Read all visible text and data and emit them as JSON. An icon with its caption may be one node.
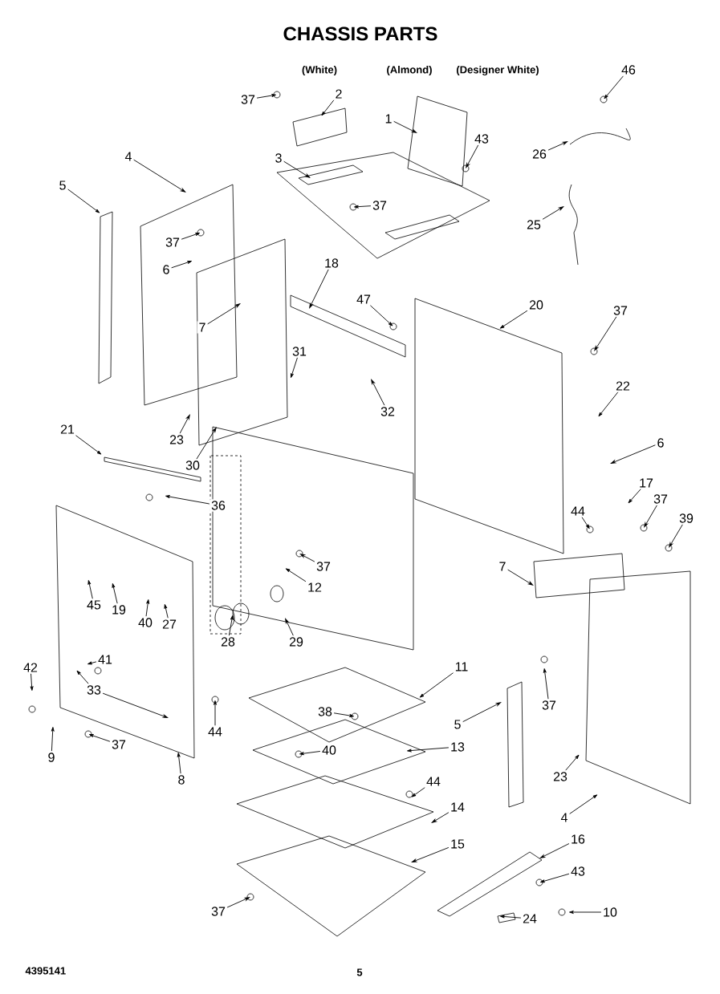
{
  "diagram": {
    "title": "CHASSIS PARTS",
    "nodes": [
      {
        "text": [
          "2"
        ]
      },
      {
        "text": [
          "37"
        ]
      },
      {
        "text": [
          "46"
        ]
      },
      {
        "text": [
          "1"
        ]
      },
      {
        "text": [
          "43"
        ]
      },
      {
        "text": [
          "4"
        ]
      },
      {
        "text": [
          "26"
        ]
      },
      {
        "text": [
          "3"
        ]
      },
      {
        "text": [
          "5"
        ]
      },
      {
        "text": [
          "37"
        ]
      },
      {
        "text": [
          "25"
        ]
      },
      {
        "text": [
          "37"
        ]
      },
      {
        "text": [
          "6"
        ]
      },
      {
        "text": [
          "18"
        ]
      },
      {
        "text": [
          "47"
        ]
      },
      {
        "text": [
          "20"
        ]
      },
      {
        "text": [
          "37"
        ]
      },
      {
        "text": [
          "7"
        ]
      },
      {
        "text": [
          "31"
        ]
      },
      {
        "text": [
          "22"
        ]
      },
      {
        "text": [
          "32"
        ]
      },
      {
        "text": [
          "21"
        ]
      },
      {
        "text": [
          "23"
        ]
      },
      {
        "text": [
          "6"
        ]
      },
      {
        "text": [
          "30"
        ]
      },
      {
        "text": [
          "17"
        ]
      },
      {
        "text": [
          "37"
        ]
      },
      {
        "text": [
          "36"
        ]
      },
      {
        "text": [
          "44"
        ]
      },
      {
        "text": [
          "39"
        ]
      },
      {
        "text": [
          "37"
        ]
      },
      {
        "text": [
          "7"
        ]
      },
      {
        "text": [
          "12"
        ]
      },
      {
        "text": [
          "45"
        ]
      },
      {
        "text": [
          "19"
        ]
      },
      {
        "text": [
          "40"
        ]
      },
      {
        "text": [
          "27"
        ]
      },
      {
        "text": [
          "28"
        ]
      },
      {
        "text": [
          "29"
        ]
      },
      {
        "text": [
          "41"
        ]
      },
      {
        "text": [
          "11"
        ]
      },
      {
        "text": [
          "42"
        ]
      },
      {
        "text": [
          "33"
        ]
      },
      {
        "text": [
          "37"
        ]
      },
      {
        "text": [
          "38"
        ]
      },
      {
        "text": [
          "5"
        ]
      },
      {
        "text": [
          "44"
        ]
      },
      {
        "text": [
          "37"
        ]
      },
      {
        "text": [
          "13"
        ]
      },
      {
        "text": [
          "40"
        ]
      },
      {
        "text": [
          "9"
        ]
      },
      {
        "text": [
          "23"
        ]
      },
      {
        "text": [
          "44"
        ]
      },
      {
        "text": [
          "8"
        ]
      },
      {
        "text": [
          "14"
        ]
      },
      {
        "text": [
          "4"
        ]
      },
      {
        "text": [
          "16"
        ]
      },
      {
        "text": [
          "15"
        ]
      },
      {
        "text": [
          "43"
        ]
      },
      {
        "text": [
          "37"
        ]
      },
      {
        "text": [
          "10"
        ]
      },
      {
        "text": [
          "24"
        ]
      }
    ],
    "edges": [
      {
        "from": 0,
        "to": null,
        "arrow": "to"
      },
      {
        "from": 1,
        "to": null,
        "arrow": "to"
      },
      {
        "from": 2,
        "to": null,
        "arrow": "to"
      },
      {
        "from": 3,
        "to": null,
        "arrow": "to"
      },
      {
        "from": 4,
        "to": null,
        "arrow": "to"
      },
      {
        "from": 5,
        "to": null,
        "arrow": "to"
      },
      {
        "from": 6,
        "to": null,
        "arrow": "to"
      },
      {
        "from": 7,
        "to": null,
        "arrow": "to"
      },
      {
        "from": 8,
        "to": null,
        "arrow": "to"
      },
      {
        "from": 9,
        "to": null,
        "arrow": "to"
      },
      {
        "from": 10,
        "to": null,
        "arrow": "to"
      },
      {
        "from": 11,
        "to": null,
        "arrow": "to"
      },
      {
        "from": 12,
        "to": null,
        "arrow": "to"
      },
      {
        "from": 13,
        "to": null,
        "arrow": "to"
      },
      {
        "from": 14,
        "to": null,
        "arrow": "to"
      },
      {
        "from": 15,
        "to": null,
        "arrow": "to"
      },
      {
        "from": 16,
        "to": null,
        "arrow": "to"
      },
      {
        "from": 17,
        "to": null,
        "arrow": "to"
      },
      {
        "from": 18,
        "to": null,
        "arrow": "to"
      },
      {
        "from": 19,
        "to": null,
        "arrow": "to"
      },
      {
        "from": 20,
        "to": null,
        "arrow": "to"
      },
      {
        "from": 21,
        "to": null,
        "arrow": "to"
      },
      {
        "from": 22,
        "to": null,
        "arrow": "to"
      },
      {
        "from": 23,
        "to": null,
        "arrow": "to"
      },
      {
        "from": 24,
        "to": null,
        "arrow": "to"
      },
      {
        "from": 25,
        "to": null,
        "arrow": "to"
      },
      {
        "from": 26,
        "to": null,
        "arrow": "to"
      },
      {
        "from": 27,
        "to": null,
        "arrow": "to"
      },
      {
        "from": 28,
        "to": null,
        "arrow": "to"
      },
      {
        "from": 29,
        "to": null,
        "arrow": "to"
      },
      {
        "from": 30,
        "to": null,
        "arrow": "to"
      },
      {
        "from": 31,
        "to": null,
        "arrow": "to"
      },
      {
        "from": 32,
        "to": null,
        "arrow": "to"
      },
      {
        "from": 33,
        "to": null,
        "arrow": "to"
      },
      {
        "from": 34,
        "to": null,
        "arrow": "to"
      },
      {
        "from": 35,
        "to": null,
        "arrow": "to"
      },
      {
        "from": 36,
        "to": null,
        "arrow": "to"
      },
      {
        "from": 37,
        "to": null,
        "arrow": "to"
      },
      {
        "from": 38,
        "to": null,
        "arrow": "to"
      },
      {
        "from": 39,
        "to": null,
        "arrow": "to"
      },
      {
        "from": 40,
        "to": null,
        "arrow": "to"
      },
      {
        "from": 41,
        "to": null,
        "arrow": "to"
      },
      {
        "from": 42,
        "to": null,
        "arrow": "to"
      },
      {
        "from": 42,
        "to": null,
        "arrow": "to"
      },
      {
        "from": 43,
        "to": null,
        "arrow": "to"
      },
      {
        "from": 44,
        "to": null,
        "arrow": "to"
      },
      {
        "from": 45,
        "to": null,
        "arrow": "to"
      },
      {
        "from": 46,
        "to": null,
        "arrow": "to"
      },
      {
        "from": 47,
        "to": null,
        "arrow": "to"
      },
      {
        "from": 48,
        "to": null,
        "arrow": "to"
      },
      {
        "from": 49,
        "to": null,
        "arrow": "to"
      },
      {
        "from": 50,
        "to": null,
        "arrow": "to"
      },
      {
        "from": 51,
        "to": null,
        "arrow": "to"
      },
      {
        "from": 52,
        "to": null,
        "arrow": "to"
      },
      {
        "from": 53,
        "to": null,
        "arrow": "to"
      },
      {
        "from": 54,
        "to": null,
        "arrow": "to"
      },
      {
        "from": 55,
        "to": null,
        "arrow": "to"
      },
      {
        "from": 56,
        "to": null,
        "arrow": "to"
      },
      {
        "from": 57,
        "to": null,
        "arrow": "to"
      },
      {
        "from": 58,
        "to": null,
        "arrow": "to"
      },
      {
        "from": 59,
        "to": null,
        "arrow": "to"
      },
      {
        "from": 60,
        "to": null,
        "arrow": "to"
      },
      {
        "from": 61,
        "to": null,
        "arrow": "to"
      }
    ],
    "labels": [
      "(White)",
      "(Almond)",
      "(Designer White)",
      "4395141",
      "5"
    ]
  }
}
